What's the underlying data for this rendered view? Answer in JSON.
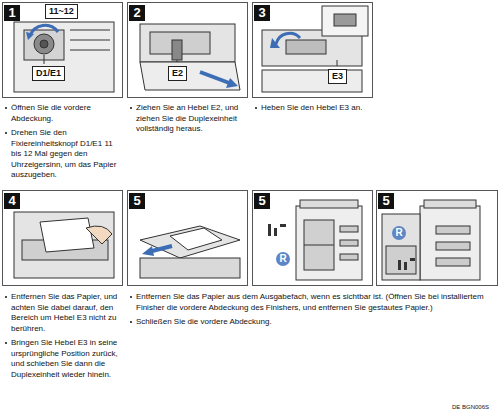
{
  "diagram": {
    "nodes": [
      {
        "text": [
          "1"
        ]
      },
      {
        "text": [
          "2"
        ]
      },
      {
        "text": [
          "3"
        ]
      },
      {
        "text": [
          "4"
        ]
      },
      {
        "text": [
          "5"
        ]
      },
      {
        "text": [
          "5"
        ]
      },
      {
        "text": [
          "5"
        ]
      }
    ],
    "labels": [
      "11~12",
      "D1/E1",
      "E2",
      "E3",
      "R",
      "R",
      "Öffnen Sie die vordere Abdeckung.",
      "Drehen Sie den Fixiereinheitsknopf D1/E1 11 bis 12 Mal gegen den Uhrzeigersinn, um das Papier auszugeben.",
      "Ziehen Sie an Hebel E2, und ziehen Sie die Duplexeinheit vollständig heraus.",
      "Heben Sie den Hebel E3 an.",
      "Entfernen Sie das Papier, und achten Sie dabei darauf, den Bereich um Hebel E3 nicht zu berühren.",
      "Bringen Sie Hebel E3 in seine ursprüngliche Position zurück, und schieben Sie dann die Duplexeinheit wieder hinein.",
      "Entfernen Sie das Papier aus dem Ausgabefach, wenn es sichtbar ist. (Öffnen Sie bei installiertem Finisher die vordere Abdeckung des Finishers, und entfernen Sie gestautes Papier.)",
      "Schließen Sie die vordere Abdeckung.",
      "DE BGN006S"
    ]
  }
}
